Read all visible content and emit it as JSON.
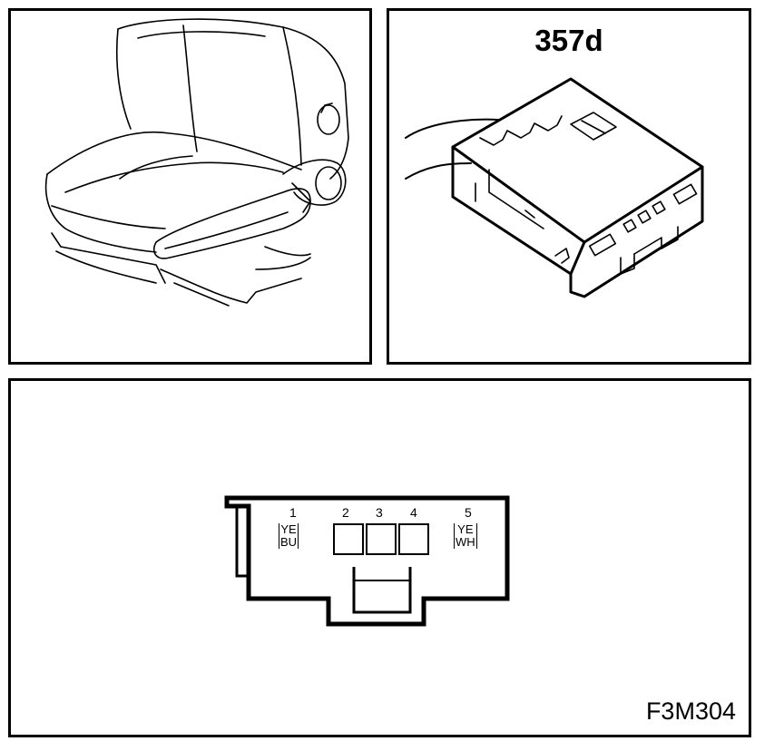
{
  "connector_label": "357d",
  "figure_id": "F3M304",
  "pins": [
    {
      "number": "1",
      "wire_colors": [
        "YE",
        "BU"
      ]
    },
    {
      "number": "2",
      "wire_colors": []
    },
    {
      "number": "3",
      "wire_colors": []
    },
    {
      "number": "4",
      "wire_colors": []
    },
    {
      "number": "5",
      "wire_colors": [
        "YE",
        "WH"
      ]
    }
  ]
}
